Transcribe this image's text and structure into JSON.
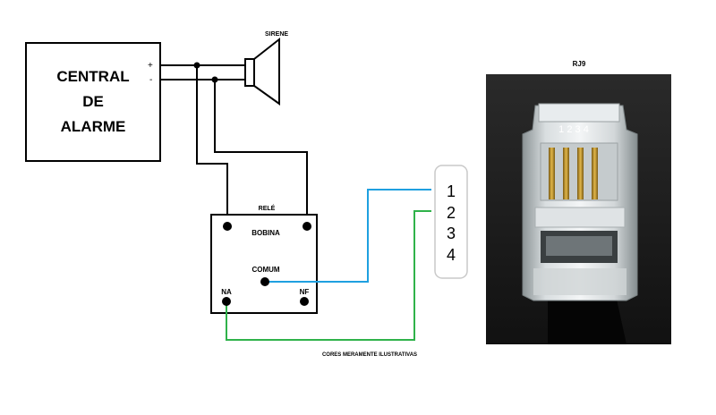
{
  "central": {
    "line1": "CENTRAL",
    "line2": "DE",
    "line3": "ALARME",
    "plus": "+",
    "minus": "-"
  },
  "sirene": {
    "label": "SIRENE"
  },
  "rele": {
    "title": "RELÉ",
    "bobina": "BOBINA",
    "comum": "COMUM",
    "na": "NA",
    "nf": "NF"
  },
  "connector": {
    "pins": [
      "1",
      "2",
      "3",
      "4"
    ]
  },
  "rj9": {
    "title": "RJ9",
    "pin_numbers": "1 2 3 4"
  },
  "note": "CORES MERAMENTE ILUSTRATIVAS",
  "colors": {
    "wire_black": "#000000",
    "wire_blue": "#1fa0e0",
    "wire_green": "#2fb24a",
    "photo_bg": "#1a1a1a"
  }
}
